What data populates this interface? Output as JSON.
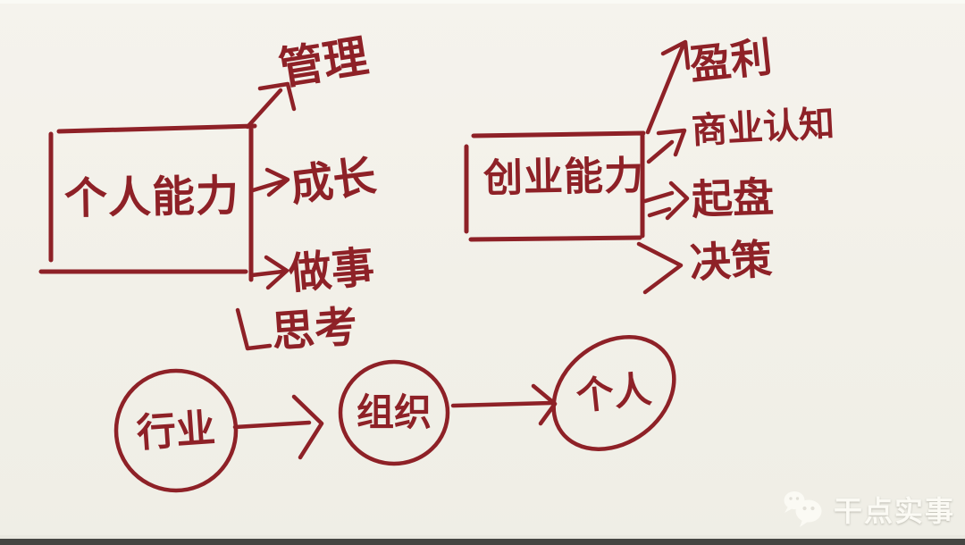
{
  "page": {
    "background": "#f2f0e8",
    "ink_color": "#8e2127",
    "watermark_color": "#fbfaf4"
  },
  "left_map": {
    "box_label": "个人能力",
    "branches": [
      {
        "label": "管理"
      },
      {
        "label": "成长"
      },
      {
        "label": "做事"
      },
      {
        "label": "思考"
      }
    ]
  },
  "right_map": {
    "box_label": "创业能力",
    "branches": [
      {
        "label": "盈利"
      },
      {
        "label": "商业认知"
      },
      {
        "label": "起盘"
      },
      {
        "label": "决策"
      }
    ]
  },
  "flow": {
    "nodes": [
      {
        "label": "行业"
      },
      {
        "label": "组织"
      },
      {
        "label": "个人"
      }
    ]
  },
  "watermark": {
    "icon": "wechat-icon",
    "text": "干点实事"
  }
}
